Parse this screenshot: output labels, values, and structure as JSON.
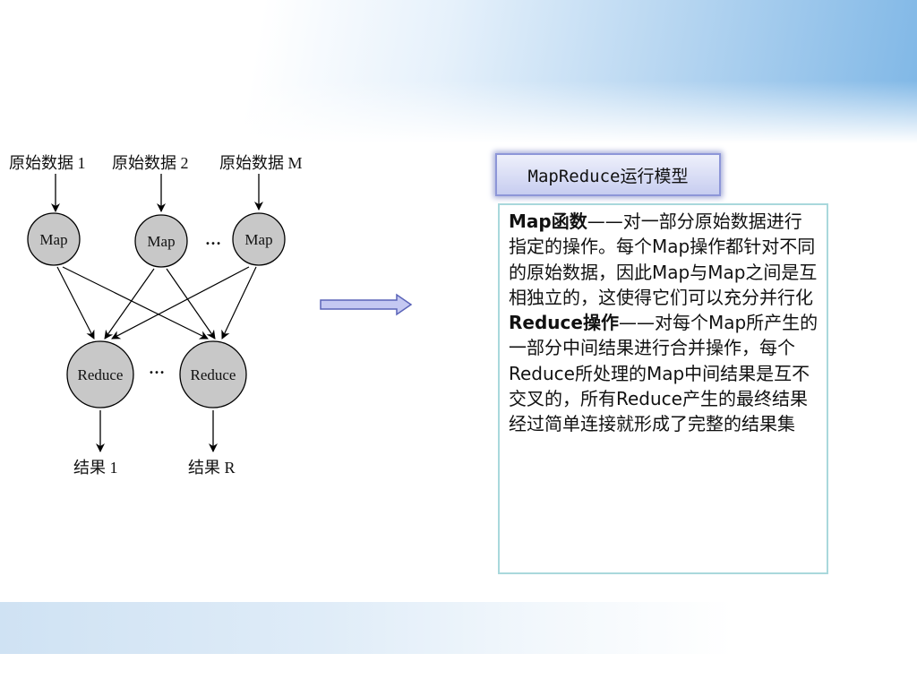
{
  "diagram": {
    "inputs": [
      "原始数据 1",
      "原始数据 2",
      "原始数据 M"
    ],
    "map_nodes": [
      "Map",
      "Map",
      "Map"
    ],
    "reduce_nodes": [
      "Reduce",
      "Reduce"
    ],
    "outputs": [
      "结果 1",
      "结果 R"
    ],
    "ellipsis": "…"
  },
  "model_title": "MapReduce运行模型",
  "description": {
    "map_term": "Map函数",
    "map_text": "——对一部分原始数据进行指定的操作。每个Map操作都针对不同的原始数据，因此Map与Map之间是互相独立的，这使得它们可以充分并行化",
    "reduce_term": "Reduce操作",
    "reduce_text": "——对每个Map所产生的一部分中间结果进行合并操作，每个Reduce所处理的Map中间结果是互不交叉的，所有Reduce产生的最终结果经过简单连接就形成了完整的结果集"
  },
  "colors": {
    "node_fill": "#c8c8c8",
    "desc_border": "#a9d8dc",
    "title_border": "#8d96d8",
    "arrow_fill": "#c4c8f2"
  }
}
